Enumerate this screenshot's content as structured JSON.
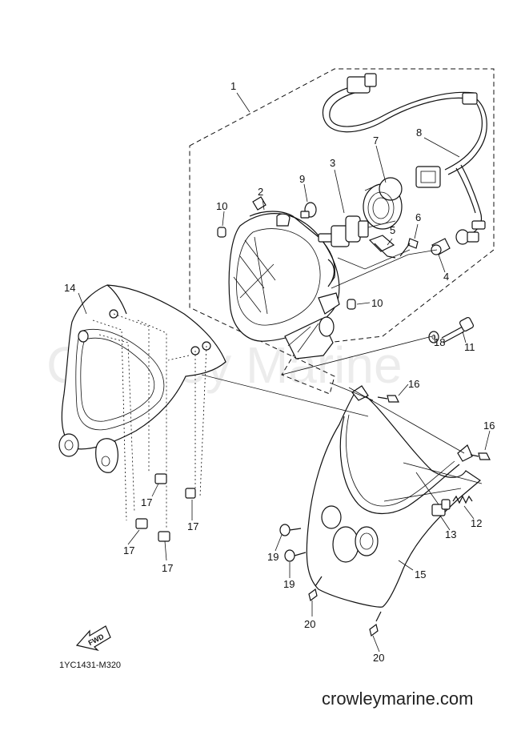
{
  "diagram": {
    "watermark": "Crowley Marine",
    "footer_url": "crowleymarine.com",
    "drawing_code": "1YC1431-M320",
    "direction_label": "FWD",
    "callouts": {
      "c1": "1",
      "c2": "2",
      "c3": "3",
      "c4": "4",
      "c5": "5",
      "c6": "6",
      "c7": "7",
      "c8": "8",
      "c9": "9",
      "c10a": "10",
      "c10b": "10",
      "c11": "11",
      "c12": "12",
      "c13": "13",
      "c14": "14",
      "c15": "15",
      "c16a": "16",
      "c16b": "16",
      "c17a": "17",
      "c17b": "17",
      "c17c": "17",
      "c17d": "17",
      "c18": "18",
      "c19a": "19",
      "c19b": "19",
      "c20a": "20",
      "c20b": "20"
    }
  }
}
